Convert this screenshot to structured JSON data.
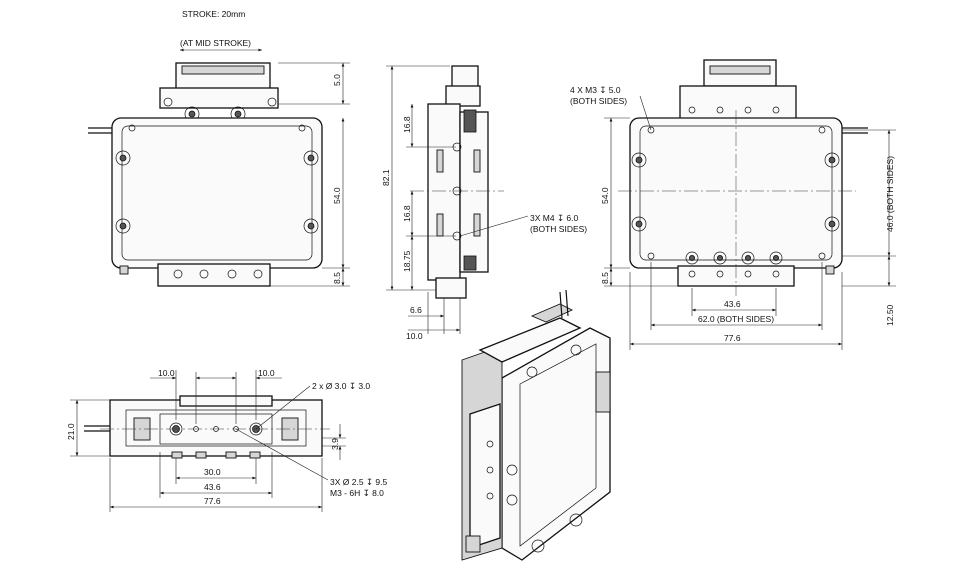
{
  "notes": {
    "stroke": "STROKE: 20mm",
    "mid_stroke": "(AT MID STROKE)",
    "m3_holes_line1": "4 X M3 ↧ 5.0",
    "m3_holes_line2": "(BOTH SIDES)",
    "m4_holes_line1": "3X M4 ↧ 6.0",
    "m4_holes_line2": "(BOTH SIDES)",
    "dowel_holes": "2 x Ø 3.0 ↧ 3.0",
    "thread_holes_line1": "3X Ø 2.5 ↧ 9.5",
    "thread_holes_line2": "M3 - 6H ↧ 8.0"
  },
  "dimensions": {
    "front": {
      "top": "5.0",
      "height": "54.0",
      "bottom": "8.5"
    },
    "side": {
      "overall": "82.1",
      "d1": "16.8",
      "d2": "16.8",
      "d3": "18.75",
      "w1": "6.6",
      "w2": "10.0"
    },
    "back": {
      "height": "54.0",
      "bottom": "8.5",
      "inner": "43.6",
      "both_sides": "62.0 (BOTH SIDES)",
      "overall": "77.6",
      "right_h": "46.0 (BOTH SIDES)",
      "right_b": "12.50"
    },
    "top": {
      "left": "10.0",
      "right": "10.0",
      "height": "21.0",
      "small": "3.9",
      "inner": "30.0",
      "mid": "43.6",
      "overall": "77.6"
    }
  }
}
